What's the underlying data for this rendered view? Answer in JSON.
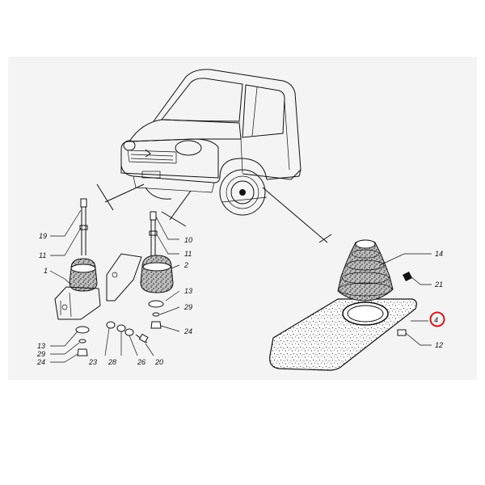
{
  "callouts": {
    "c19": "19",
    "c11a": "11",
    "c1": "1",
    "c13a": "13",
    "c29a": "29",
    "c24a": "24",
    "c23": "23",
    "c28": "28",
    "c26": "26",
    "c20": "20",
    "c10": "10",
    "c11b": "11",
    "c2": "2",
    "c13b": "13",
    "c29b": "29",
    "c24b": "24",
    "c14": "14",
    "c21": "21",
    "c4": "4",
    "c12": "12"
  },
  "highlight": {
    "color": "#d11a1a",
    "target": "4"
  },
  "colors": {
    "background": "#ffffff",
    "panel": "#f4f4f4",
    "ink": "#111111"
  }
}
